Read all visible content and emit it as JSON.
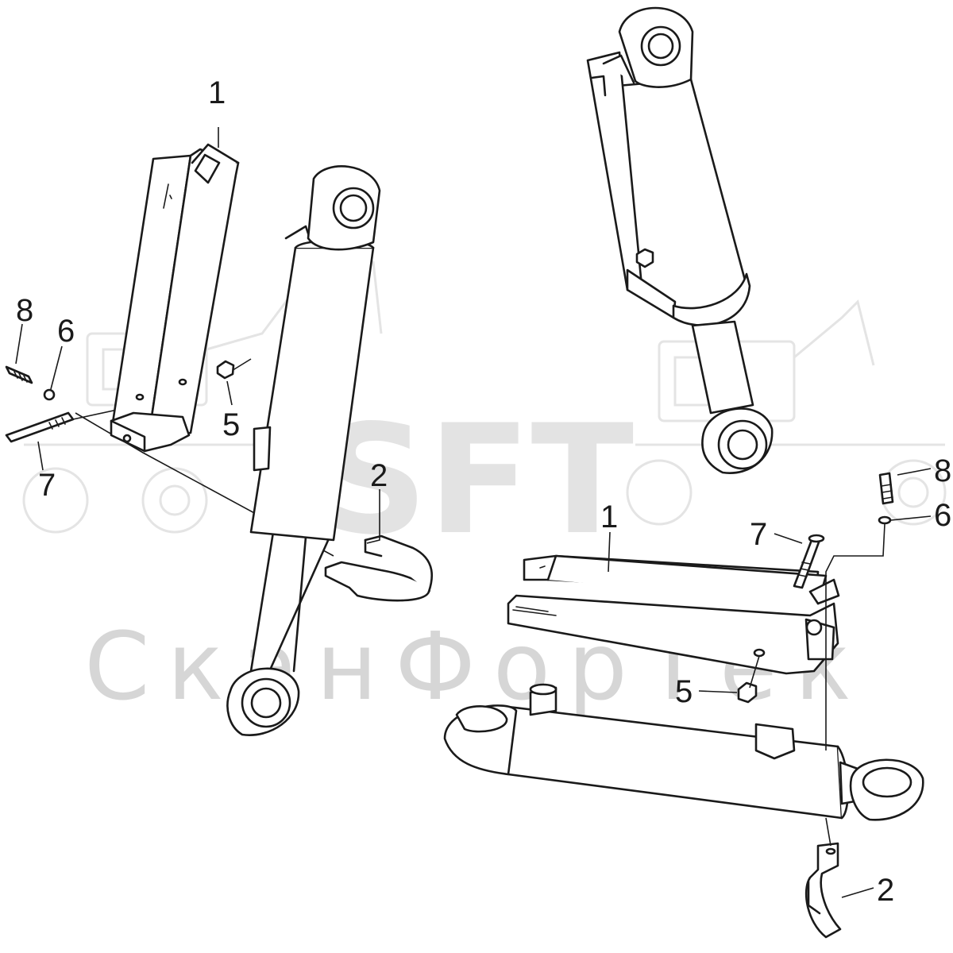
{
  "watermark": {
    "logo": "SFT",
    "company": "СканФорТек"
  },
  "callouts": {
    "left": {
      "p1": "1",
      "p2": "2",
      "p5": "5",
      "p6": "6",
      "p7": "7",
      "p8": "8"
    },
    "right": {
      "p1": "1",
      "p2": "2",
      "p5": "5",
      "p6": "6",
      "p7": "7",
      "p8": "8"
    }
  }
}
